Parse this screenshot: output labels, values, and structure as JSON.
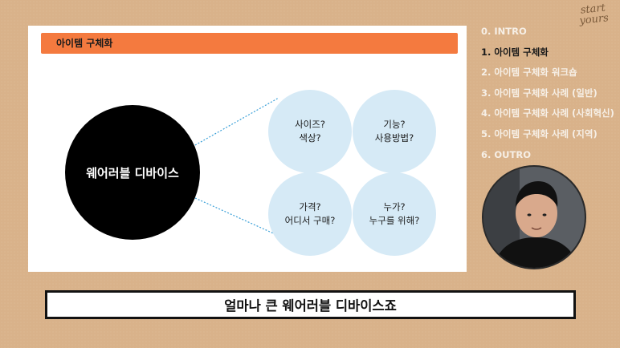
{
  "slide": {
    "header_title": "아이템 구체화",
    "center_label": "웨어러블 디바이스",
    "questions": [
      {
        "lines": [
          "사이즈?",
          "색상?"
        ]
      },
      {
        "lines": [
          "기능?",
          "사용방법?"
        ]
      },
      {
        "lines": [
          "가격?",
          "어디서 구매?"
        ]
      },
      {
        "lines": [
          "누가?",
          "누구를 위해?"
        ]
      }
    ],
    "colors": {
      "header": "#f47a3f",
      "bubble": "#d6eaf6",
      "connector": "#3aa0d8"
    }
  },
  "logo": {
    "line1": "start",
    "line2": "yours"
  },
  "toc": {
    "items": [
      {
        "label": "0. INTRO"
      },
      {
        "label": "1. 아이템 구체화"
      },
      {
        "label": "2. 아이템 구체화 워크숍"
      },
      {
        "label": "3. 아이템 구체화 사례 (일반)"
      },
      {
        "label": "4. 아이템 구체화 사례 (사회혁신)"
      },
      {
        "label": "5. 아이템 구체화 사례 (지역)"
      },
      {
        "label": "6. OUTRO"
      }
    ],
    "active_index": 1
  },
  "subtitle": "얼마나 큰 웨어러블 디바이스죠"
}
